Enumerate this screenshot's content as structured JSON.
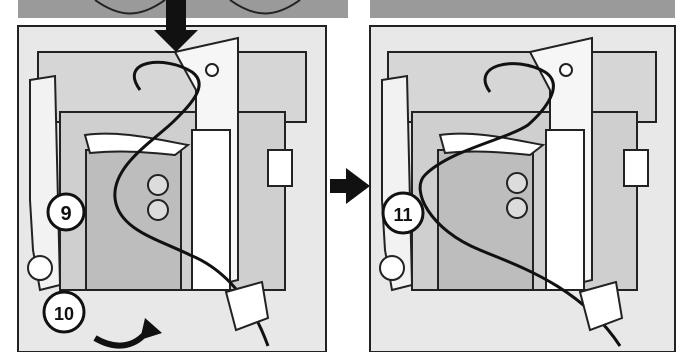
{
  "diagram": {
    "steps": [
      {
        "id": "9",
        "label": "9"
      },
      {
        "id": "10",
        "label": "10"
      },
      {
        "id": "11",
        "label": "11"
      }
    ],
    "icons": {
      "top_arrow": "arrow-down",
      "middle_arrow": "arrow-right",
      "curved_arrow": "arrow-curve"
    }
  }
}
